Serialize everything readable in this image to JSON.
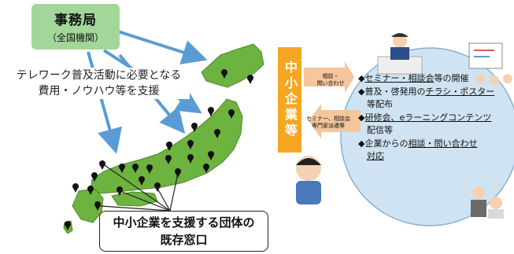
{
  "headquarters": {
    "title": "事務局",
    "subtitle": "（全国機関）"
  },
  "support": {
    "line1": "テレワーク普及活動に必要となる",
    "line2": "費用・ノウハウ等を支援"
  },
  "sme": {
    "label": "中小企業等"
  },
  "arrows": {
    "consult": {
      "line1": "相談・",
      "line2": "問い合わせ"
    },
    "dispatch": {
      "line1": "セミナー、相談会",
      "line2": "専門家派遣等"
    }
  },
  "groups": {
    "line1": "中小企業を支援する団体の",
    "line2": "既存窓口"
  },
  "activities": [
    {
      "bullet": "◆",
      "pre": "",
      "u": "セミナー・相談会",
      "post": "等の開催",
      "cont": ""
    },
    {
      "bullet": "◆",
      "pre": "普及・啓発用の",
      "u": "チラシ・ポスター",
      "post": "",
      "cont": "等配布"
    },
    {
      "bullet": "◆",
      "pre": "",
      "u": "研修会、eラーニングコンテンツ",
      "post": "",
      "cont": "配信等"
    },
    {
      "bullet": "◆",
      "pre": "企業からの",
      "u": "相談・問い合わせ",
      "post": "",
      "cont": "対応"
    }
  ],
  "colors": {
    "hq_bg": "#a3d79a",
    "arrow_blue": "#5b9bd5",
    "map_green": "#6db33f",
    "sme_orange": "#f5a623",
    "circle_bg": "#cfe3f2"
  }
}
